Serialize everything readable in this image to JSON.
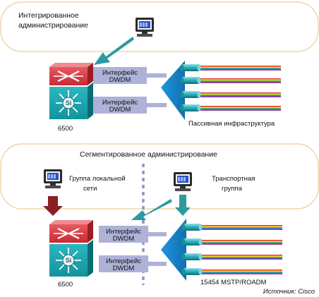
{
  "top_panel": {
    "title_line1": "Интегрированное",
    "title_line2": "администрирование",
    "interface1_line1": "Интерфейс",
    "interface1_line2": "DWDM",
    "interface2_line1": "Интерфейс",
    "interface2_line2": "DWDM",
    "device_label": "6500",
    "infra_label": "Пассивная инфраструктура"
  },
  "bottom_panel": {
    "title": "Сегментированное администрирование",
    "lan_group_line1": "Группа локальной",
    "lan_group_line2": "сети",
    "transport_group_line1": "Транспортная",
    "transport_group_line2": "группа",
    "interface1_line1": "Интерфейс",
    "interface1_line2": "DWDM",
    "interface2_line1": "Интерфейс",
    "interface2_line2": "DWDM",
    "device_label": "6500",
    "mux_label": "15454 MSTP/ROADM"
  },
  "source_label": "Источник: Cisco",
  "icons": [
    "computer-icon",
    "router-icon",
    "switch-icon",
    "arrow-icon"
  ],
  "colors": {
    "panel_border": "#e9cf95",
    "router_red": "#d9353e",
    "switch_teal": "#1aa3ad",
    "mux_blue": "#1585cc",
    "interface_lavender": "#aeb2d8",
    "arrow_teal": "#2d9aa0",
    "arrow_dark_red": "#8a1f24",
    "dashed_gray": "#8f94bf"
  }
}
